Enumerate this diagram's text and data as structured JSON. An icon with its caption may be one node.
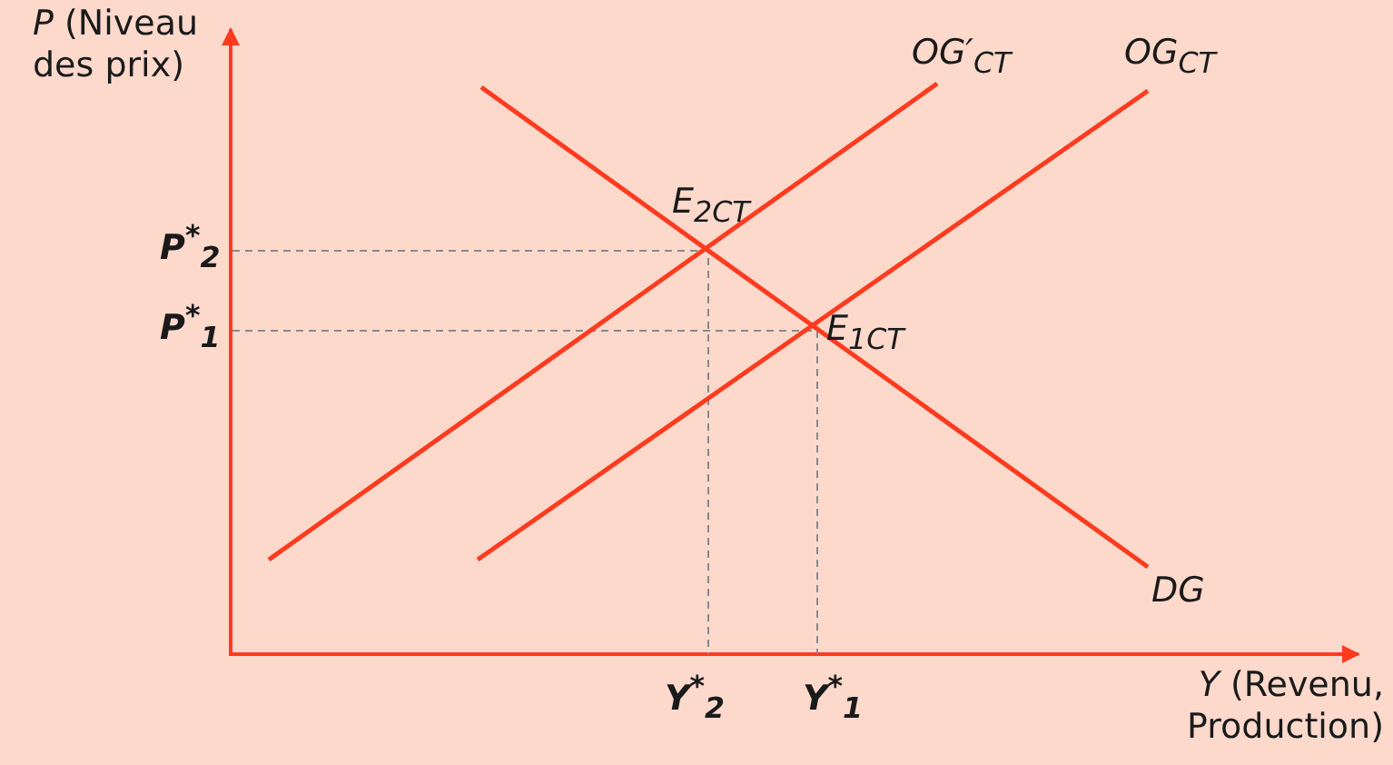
{
  "diagram": {
    "labels": [
      "*P* (Niveau des prix)",
      "OG′$_{CT}$",
      "OG$_{CT}$",
      "E$_{2CT}$",
      "P$^{*}$$_{2}$",
      "P$^{*}$$_{1}$",
      "E$_{1CT}$",
      "DG",
      "Y$^{*}$$_{2}$",
      "Y$^{*}$$_{1}$",
      "*Y* (Revenu, Production)"
    ]
  }
}
